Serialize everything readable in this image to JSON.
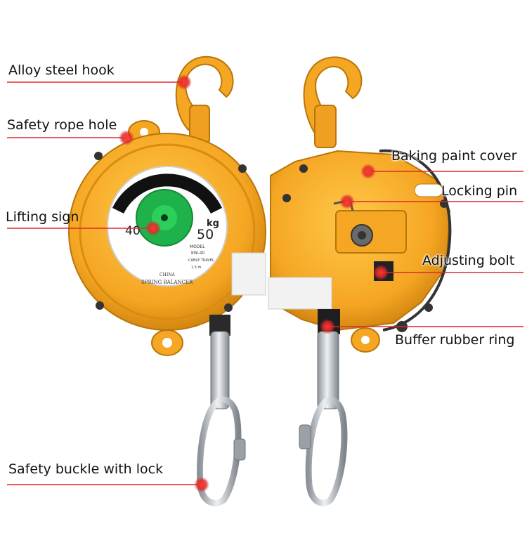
{
  "colors": {
    "leader_line": "#e0282b",
    "marker": "#e0282b",
    "body_yellow": "#f5a623",
    "body_dark_yellow": "#d98c0f"
  },
  "labels": {
    "hook": "Alloy steel hook",
    "rope_hole": "Safety rope hole",
    "lifting_sign": "Lifting sign",
    "buckle": "Safety buckle with lock",
    "paint_cover": "Baking paint cover",
    "locking_pin": "Locking pin",
    "adjusting_bolt": "Adjusting bolt",
    "rubber_ring": "Buffer rubber ring"
  },
  "dial": {
    "min": "40",
    "max": "50",
    "unit": "kg",
    "model_label": "MODEL",
    "model_value": "EW-40",
    "travel_label": "CABLE TRAVEL",
    "travel_value": "1.5 m",
    "origin": "CHINA",
    "brand": "SPRING BALANCER"
  }
}
